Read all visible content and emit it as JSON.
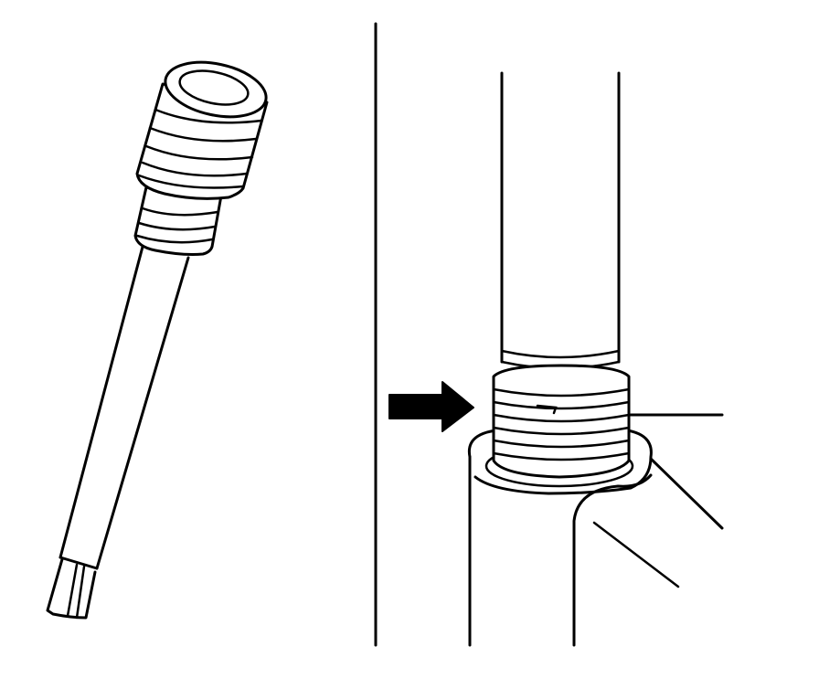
{
  "figure": {
    "panels": [
      "tool",
      "installation"
    ],
    "left_panel": {
      "subject": "threaded-tool"
    },
    "right_panel": {
      "subject": "threaded-tube-in-housing",
      "pointer": "arrow"
    }
  },
  "colors": {
    "line": "#000000",
    "background": "#ffffff"
  }
}
